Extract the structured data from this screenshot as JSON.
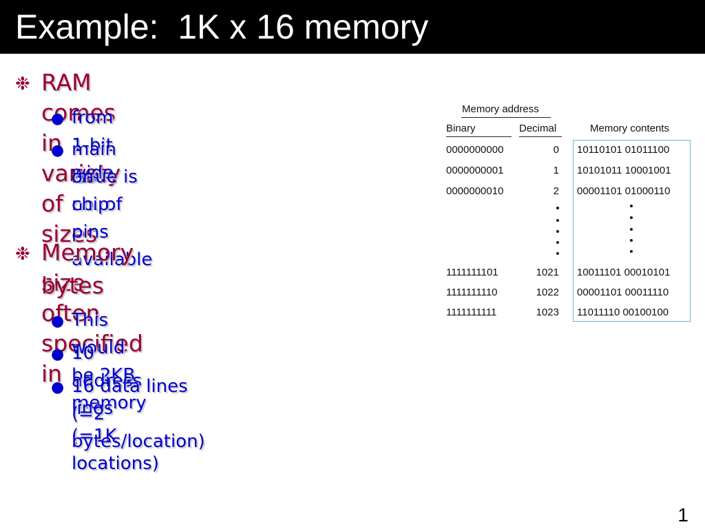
{
  "slide": {
    "title": "Example:  1K x 16 memory",
    "page_number": "1"
  },
  "bullets": [
    {
      "text": "RAM comes in variety of sizes",
      "marker": "❉",
      "subs": [
        {
          "text": "from 1-bit wide",
          "marker": "●"
        },
        {
          "text": "main issue is no. of pins available",
          "marker": "●"
        },
        {
          "text": "on chip"
        }
      ]
    },
    {
      "text": "Memory size often specified in",
      "cont": "bytes",
      "marker": "❉",
      "subs": [
        {
          "text": "This would be 2KB memory",
          "marker": "●"
        },
        {
          "text": "10 address lines (=1K locations)",
          "marker": "●"
        },
        {
          "text": "16 data lines (=2 bytes/location)",
          "marker": "●"
        }
      ]
    }
  ],
  "memory_table": {
    "group_header": "Memory address",
    "columns": [
      "Binary",
      "Decimal",
      "Memory contents"
    ],
    "rows_top": [
      {
        "binary": "0000000000",
        "decimal": "0",
        "contents": "10110101 01011100"
      },
      {
        "binary": "0000000001",
        "decimal": "1",
        "contents": "10101011 10001001"
      },
      {
        "binary": "0000000010",
        "decimal": "2",
        "contents": "00001101 01000110"
      }
    ],
    "rows_bottom": [
      {
        "binary": "1111111101",
        "decimal": "1021",
        "contents": "10011101 00010101"
      },
      {
        "binary": "1111111110",
        "decimal": "1022",
        "contents": "00001101 00011110"
      },
      {
        "binary": "1111111111",
        "decimal": "1023",
        "contents": "11011110 00100100"
      }
    ],
    "ellipsis_dots": 5
  },
  "colors": {
    "title_bar": "#000000",
    "level1_text": "#990033",
    "level2_text": "#0000cc",
    "table_box_border": "#66b8cc"
  }
}
